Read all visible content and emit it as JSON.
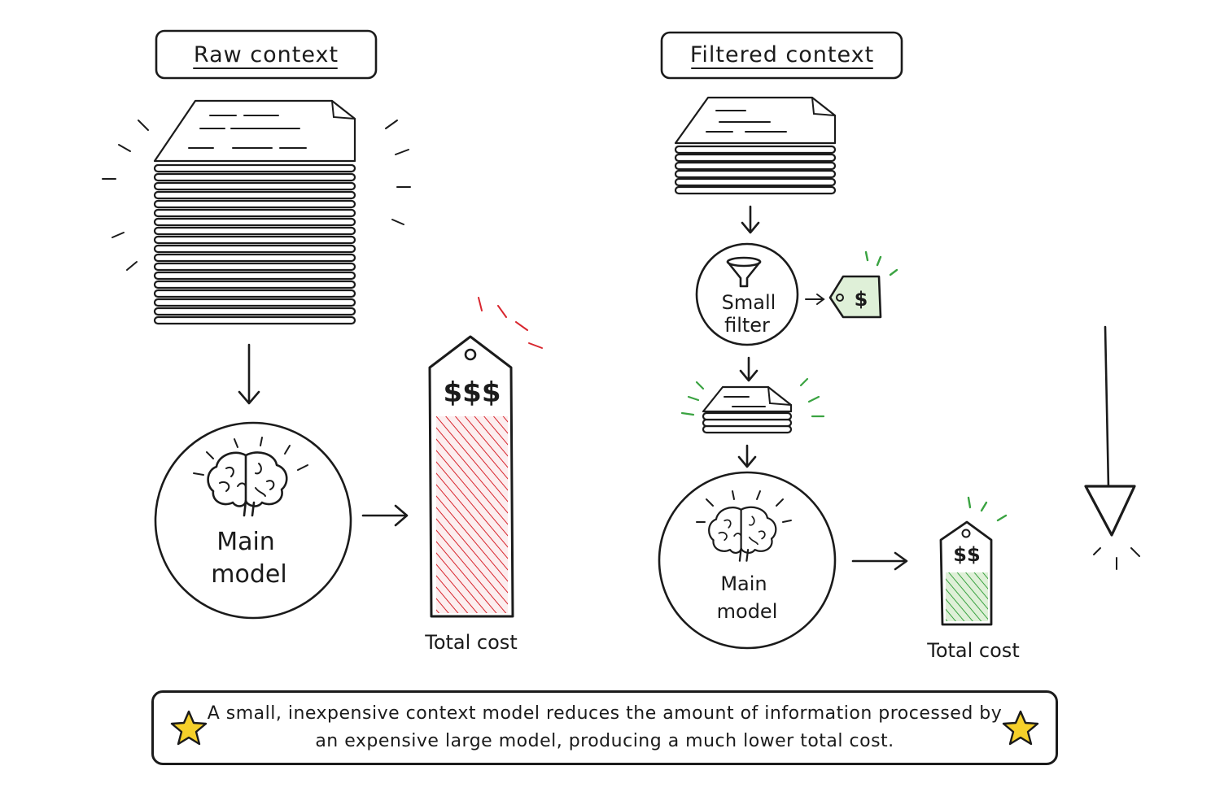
{
  "left_panel": {
    "header": "Raw context",
    "model_label_line1": "Main",
    "model_label_line2": "model",
    "price": "$$$",
    "cost_label": "Total cost"
  },
  "right_panel": {
    "header": "Filtered context",
    "filter_label_line1": "Small",
    "filter_label_line2": "filter",
    "filter_price": "$",
    "model_label_line1": "Main",
    "model_label_line2": "model",
    "price": "$$",
    "cost_label": "Total cost"
  },
  "summary": {
    "text": "A small, inexpensive context model reduces the amount of information processed by an expensive large model, producing a much lower total cost."
  },
  "colors": {
    "ink": "#1b1b1b",
    "high_cost": "#d8262e",
    "low_cost": "#3aa341",
    "low_cost_fill": "#dff0d8",
    "star": "#f5d02a"
  },
  "icons": [
    "document-stack-icon",
    "brain-icon",
    "funnel-icon",
    "price-tag-icon",
    "star-icon",
    "down-arrow-icon"
  ]
}
